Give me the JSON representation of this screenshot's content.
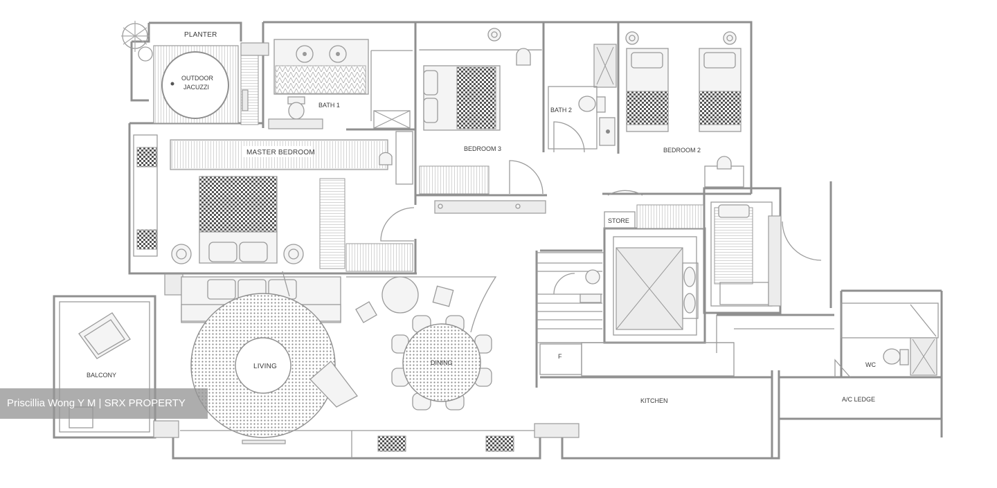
{
  "rooms": {
    "planter": "PLANTER",
    "outdoor_jacuzzi_line1": "OUTDOOR",
    "outdoor_jacuzzi_line2": "JACUZZI",
    "bath1": "BATH 1",
    "bath2": "BATH 2",
    "bedroom3": "BEDROOM 3",
    "bedroom2": "BEDROOM 2",
    "master_bedroom": "MASTER BEDROOM",
    "store": "STORE",
    "balcony": "BALCONY",
    "living": "LIVING",
    "dining": "DINING",
    "kitchen": "KITCHEN",
    "wc": "WC",
    "ac_ledge": "A/C LEDGE",
    "fridge": "F"
  },
  "watermark": "Priscillia Wong Y M | SRX PROPERTY"
}
